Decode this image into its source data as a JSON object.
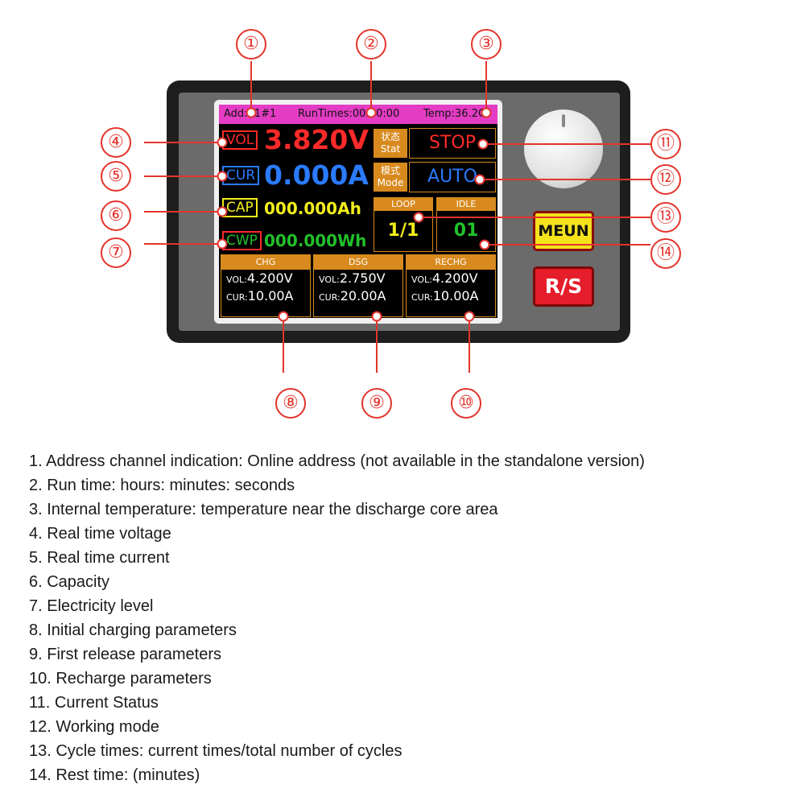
{
  "screen": {
    "topbar": {
      "addr": "Add:01#1",
      "runtime": "RunTimes:00:00:00",
      "temp": "Temp:36.2C"
    },
    "vol": {
      "tag": "VOL",
      "value": "3.820V"
    },
    "cur": {
      "tag": "CUR",
      "value": "0.000A"
    },
    "cap": {
      "tag": "CAP",
      "value": "000.000Ah"
    },
    "cwp": {
      "tag": "CWP",
      "value": "000.000Wh"
    },
    "stat": {
      "label_cn": "状态",
      "label_en": "Stat",
      "value": "STOP"
    },
    "mode": {
      "label_cn": "模式",
      "label_en": "Mode",
      "value": "AUTO"
    },
    "loop": {
      "label": "LOOP",
      "value": "1/1"
    },
    "idle": {
      "label": "IDLE",
      "value": "01"
    },
    "chg": {
      "label": "CHG",
      "vol_key": "VOL:",
      "vol": "4.200V",
      "cur_key": "CUR:",
      "cur": "10.00A"
    },
    "dsg": {
      "label": "DSG",
      "vol_key": "VOL:",
      "vol": "2.750V",
      "cur_key": "CUR:",
      "cur": "20.00A"
    },
    "rechg": {
      "label": "RECHG",
      "vol_key": "VOL:",
      "vol": "4.200V",
      "cur_key": "CUR:",
      "cur": "10.00A"
    }
  },
  "buttons": {
    "meun": "MEUN",
    "rs": "R/S"
  },
  "callouts": [
    "①",
    "②",
    "③",
    "④",
    "⑤",
    "⑥",
    "⑦",
    "⑧",
    "⑨",
    "⑩",
    "⑪",
    "⑫",
    "⑬",
    "⑭"
  ],
  "legend": [
    "1. Address channel indication: Online address (not available in the standalone version)",
    "2. Run time: hours: minutes: seconds",
    "3. Internal temperature: temperature near the discharge core area",
    "4. Real time voltage",
    "5. Real time current",
    "6. Capacity",
    "7. Electricity level",
    "8. Initial charging parameters",
    "9. First release parameters",
    "10. Recharge parameters",
    "11. Current Status",
    "12. Working mode",
    "13. Cycle times: current times/total number of cycles",
    "14. Rest time: (minutes)"
  ],
  "colors": {
    "callout": "#e3342c",
    "topbar": "#e43cc4",
    "vol": "#ff2a2a",
    "cur": "#2a7bff",
    "cap": "#f2ee1a",
    "cwp": "#22c02a",
    "accent": "#d88a1e"
  }
}
